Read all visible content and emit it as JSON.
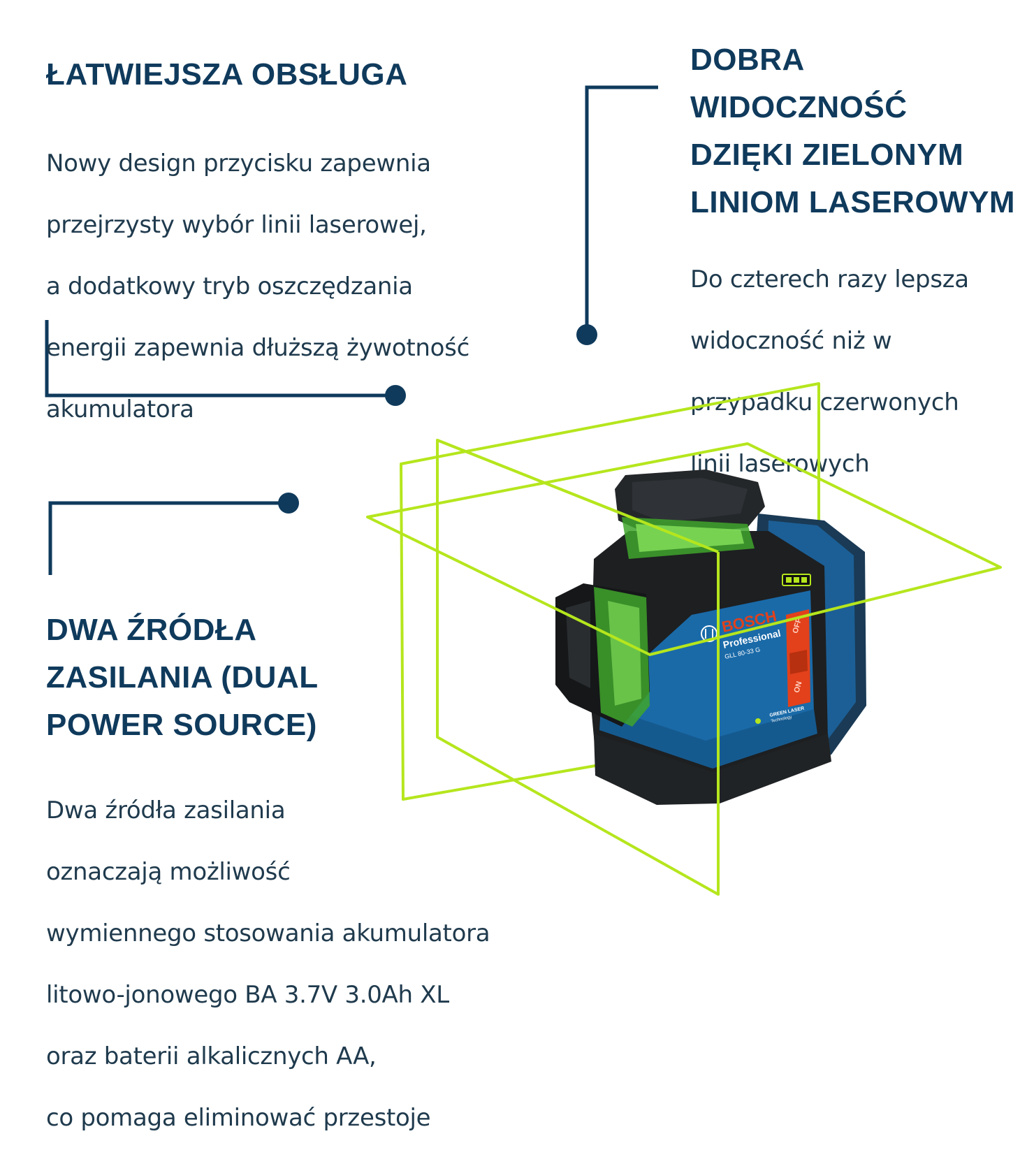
{
  "sections": {
    "ease_of_use": {
      "heading": "ŁATWIEJSZA OBSŁUGA",
      "body": [
        "Nowy design przycisku zapewnia",
        "przejrzysty wybór linii laserowej,",
        "a dodatkowy tryb oszczędzania",
        "energii zapewnia dłuższą żywotność",
        "akumulatora"
      ]
    },
    "visibility": {
      "heading": [
        "DOBRA",
        "WIDOCZNOŚĆ",
        "DZIĘKI ZIELONYM",
        "LINIOM LASEROWYM"
      ],
      "body": [
        "Do czterech razy lepsza",
        "widoczność niż w",
        "przypadku czerwonych",
        "linii laserowych"
      ]
    },
    "dual_power": {
      "heading": [
        "DWA ŹRÓDŁA",
        "ZASILANIA (DUAL",
        "POWER SOURCE)"
      ],
      "body": [
        "Dwa źródła zasilania",
        "oznaczają możliwość",
        "wymiennego stosowania akumulatora",
        "litowo-jonowego BA 3.7V 3.0Ah XL",
        "oraz baterii alkalicznych AA,",
        "co pomaga eliminować przestoje"
      ]
    }
  },
  "product": {
    "brand": "BOSCH",
    "line": "Professional",
    "model": "GLL 80-33 G",
    "switch_off": "OFF",
    "switch_on": "ON",
    "badge_line1": "GREEN LASER",
    "badge_line2": "Technology"
  },
  "colors": {
    "text_navy": "#0f3a5c",
    "connector": "#0f3a5c",
    "laser_green": "#b5e61d",
    "housing_blue": "#1a6aa8",
    "housing_black": "#1d1f21",
    "switch_red": "#e2411b"
  }
}
